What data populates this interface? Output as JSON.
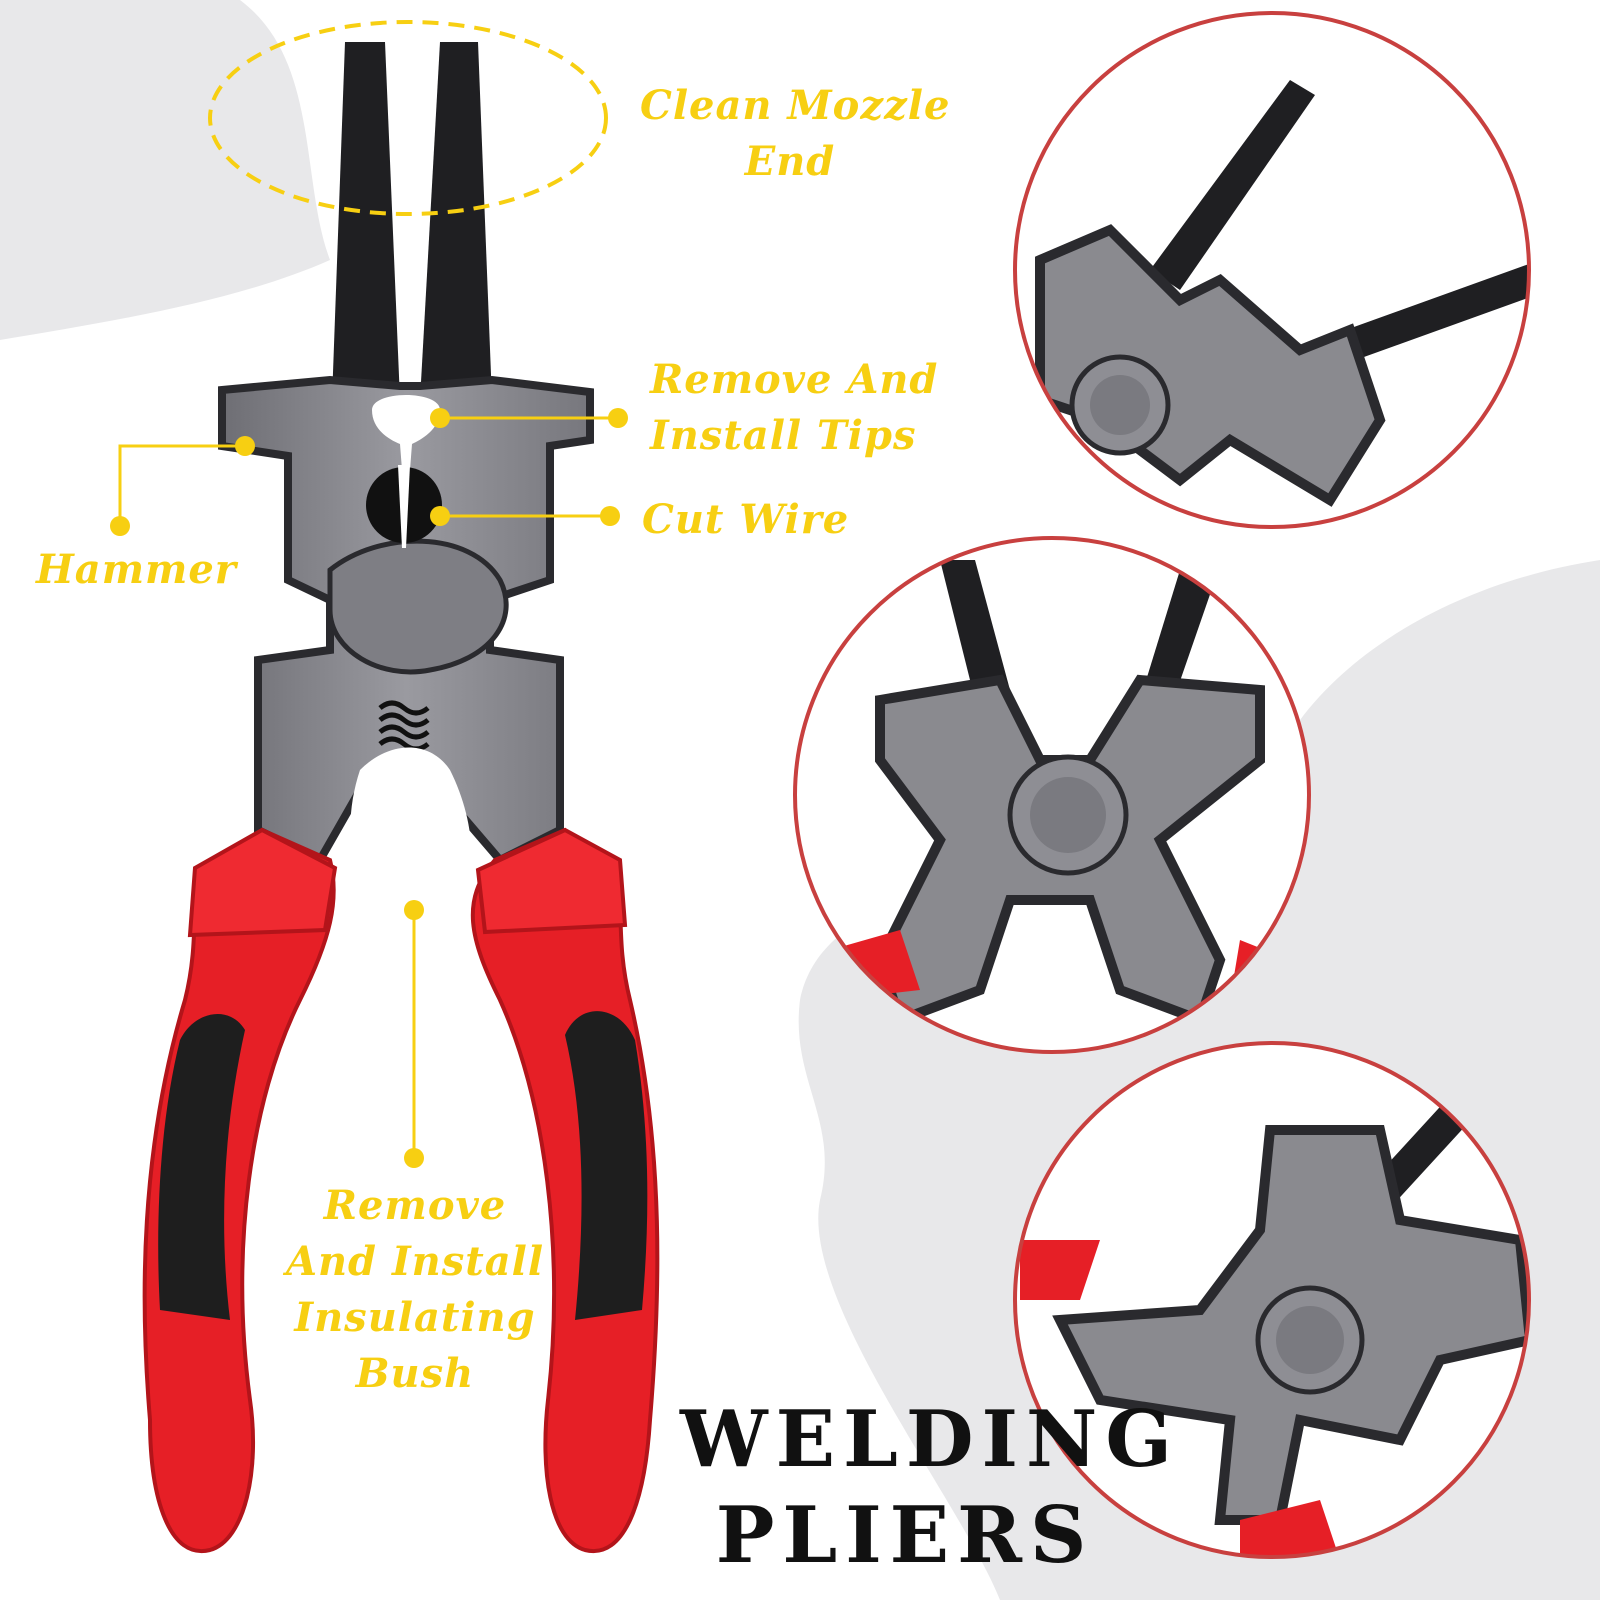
{
  "labels": {
    "nozzle": [
      "Clean Mozzle",
      "End"
    ],
    "tips": [
      "Remove And",
      "Install Tips"
    ],
    "cut_wire": "Cut Wire",
    "hammer": "Hammer",
    "bush": [
      "Remove",
      "And Install",
      "Insulating",
      "Bush"
    ]
  },
  "title": [
    "WELDING",
    "PLIERS"
  ],
  "colors": {
    "label": "#f7cf12",
    "handle_red": "#e61f26",
    "handle_black": "#1e1e1e",
    "steel": "#8a8a8f",
    "steel_dark": "#2a2a2e",
    "circle_border": "#c8403f",
    "background_blob": "#e8e8ea"
  }
}
